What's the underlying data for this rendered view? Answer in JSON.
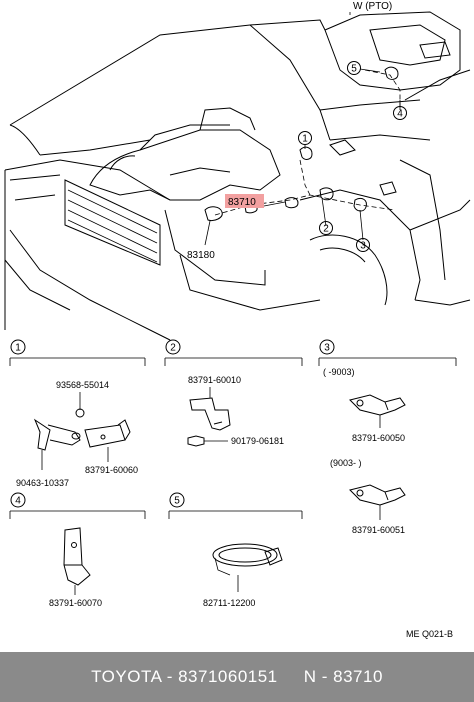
{
  "header_label": "W (PTO)",
  "highlight_part": "83710",
  "main_labels": {
    "p83180": "83180",
    "p83710": "83710"
  },
  "callouts": {
    "c1": "1",
    "c2": "2",
    "c3": "3",
    "c4": "4",
    "c5": "5"
  },
  "detail1": {
    "num": "1",
    "parts": [
      "93568-55014",
      "90463-10337",
      "83791-60060"
    ]
  },
  "detail2": {
    "num": "2",
    "parts": [
      "83791-60010",
      "90179-06181"
    ]
  },
  "detail3": {
    "num": "3",
    "range_a": "(    -9003)",
    "part_a": "83791-60050",
    "range_b": "(9003-        )",
    "part_b": "83791-60051"
  },
  "detail4": {
    "num": "4",
    "parts": [
      "83791-60070"
    ]
  },
  "detail5": {
    "num": "5",
    "parts": [
      "82711-12200"
    ]
  },
  "diagram_code": "ME Q021-B",
  "footer": {
    "brand": "TOYOTA",
    "part_number": "8371060151",
    "n_code": "N - 83710",
    "text": "TOYOTA - 8371060151     N - 83710"
  },
  "colors": {
    "highlight": "#f2a0a0",
    "footer_bg": "#8a8a8a"
  }
}
